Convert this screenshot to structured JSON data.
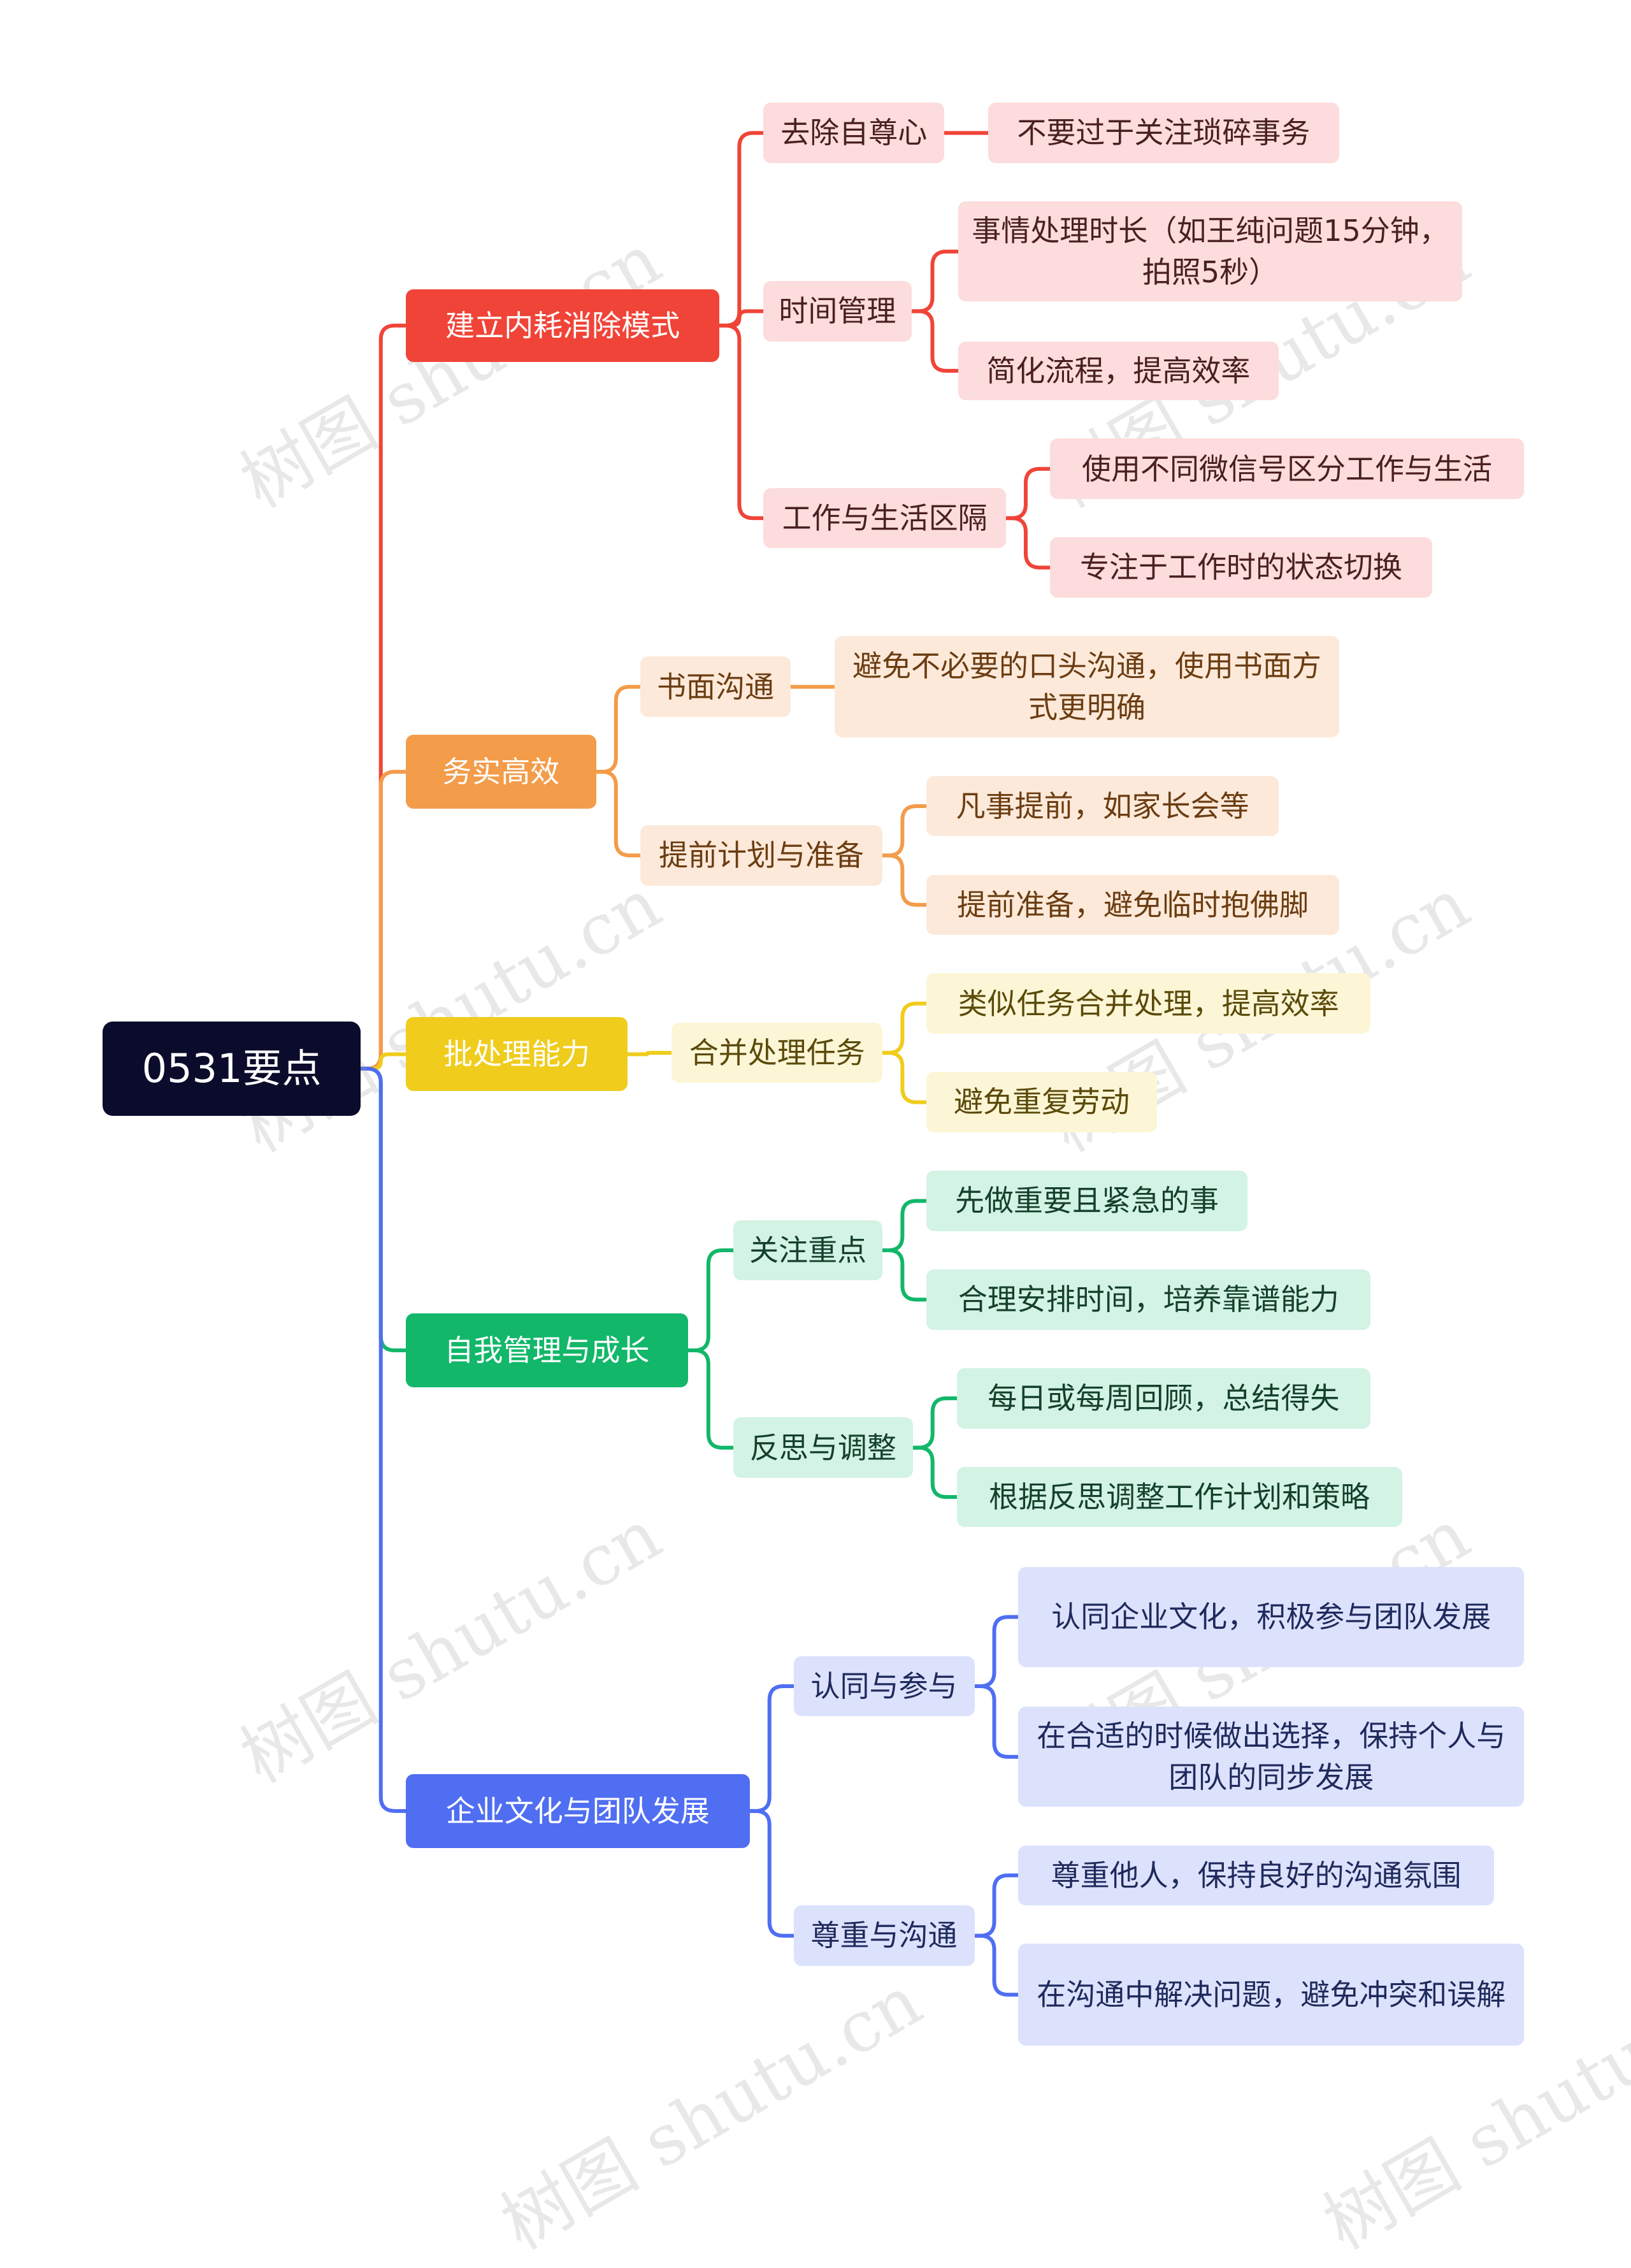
{
  "root": {
    "label": "0531要点",
    "color": "#0b0c2b"
  },
  "watermark": "树图 shutu.cn",
  "branches": [
    {
      "key": "b1",
      "label": "建立内耗消除模式",
      "color": "#f04438",
      "light": "#fcdcdc",
      "text": "#4a2020",
      "children": [
        {
          "key": "b1c1",
          "label": "去除自尊心",
          "children": [
            {
              "key": "b1c1l1",
              "label": "不要过于关注琐碎事务"
            }
          ]
        },
        {
          "key": "b1c2",
          "label": "时间管理",
          "children": [
            {
              "key": "b1c2l1",
              "label": "事情处理时长（如王纯问题15分钟，拍照5秒）"
            },
            {
              "key": "b1c2l2",
              "label": "简化流程，提高效率"
            }
          ]
        },
        {
          "key": "b1c3",
          "label": "工作与生活区隔",
          "children": [
            {
              "key": "b1c3l1",
              "label": "使用不同微信号区分工作与生活"
            },
            {
              "key": "b1c3l2",
              "label": "专注于工作时的状态切换"
            }
          ]
        }
      ]
    },
    {
      "key": "b2",
      "label": "务实高效",
      "color": "#f39c4a",
      "light": "#fde9d9",
      "text": "#6b3d12",
      "children": [
        {
          "key": "b2c1",
          "label": "书面沟通",
          "children": [
            {
              "key": "b2c1l1",
              "label": "避免不必要的口头沟通，使用书面方式更明确"
            }
          ]
        },
        {
          "key": "b2c2",
          "label": "提前计划与准备",
          "children": [
            {
              "key": "b2c2l1",
              "label": "凡事提前，如家长会等"
            },
            {
              "key": "b2c2l2",
              "label": "提前准备，避免临时抱佛脚"
            }
          ]
        }
      ]
    },
    {
      "key": "b3",
      "label": "批处理能力",
      "color": "#f0cc1c",
      "light": "#fdf6d6",
      "text": "#5a4a0a",
      "children": [
        {
          "key": "b3c1",
          "label": "合并处理任务",
          "children": [
            {
              "key": "b3c1l1",
              "label": "类似任务合并处理，提高效率"
            },
            {
              "key": "b3c1l2",
              "label": "避免重复劳动"
            }
          ]
        }
      ]
    },
    {
      "key": "b4",
      "label": "自我管理与成长",
      "color": "#12b76a",
      "light": "#d3f3e4",
      "text": "#14402c",
      "children": [
        {
          "key": "b4c1",
          "label": "关注重点",
          "children": [
            {
              "key": "b4c1l1",
              "label": "先做重要且紧急的事"
            },
            {
              "key": "b4c1l2",
              "label": "合理安排时间，培养靠谱能力"
            }
          ]
        },
        {
          "key": "b4c2",
          "label": "反思与调整",
          "children": [
            {
              "key": "b4c2l1",
              "label": "每日或每周回顾，总结得失"
            },
            {
              "key": "b4c2l2",
              "label": "根据反思调整工作计划和策略"
            }
          ]
        }
      ]
    },
    {
      "key": "b5",
      "label": "企业文化与团队发展",
      "color": "#4f6ef2",
      "light": "#dce2fc",
      "text": "#1f2a5c",
      "children": [
        {
          "key": "b5c1",
          "label": "认同与参与",
          "children": [
            {
              "key": "b5c1l1",
              "label": "认同企业文化，积极参与团队发展"
            },
            {
              "key": "b5c1l2",
              "label": "在合适的时候做出选择，保持个人与团队的同步发展"
            }
          ]
        },
        {
          "key": "b5c2",
          "label": "尊重与沟通",
          "children": [
            {
              "key": "b5c2l1",
              "label": "尊重他人，保持良好的沟通氛围"
            },
            {
              "key": "b5c2l2",
              "label": "在沟通中解决问题，避免冲突和误解"
            }
          ]
        }
      ]
    }
  ]
}
